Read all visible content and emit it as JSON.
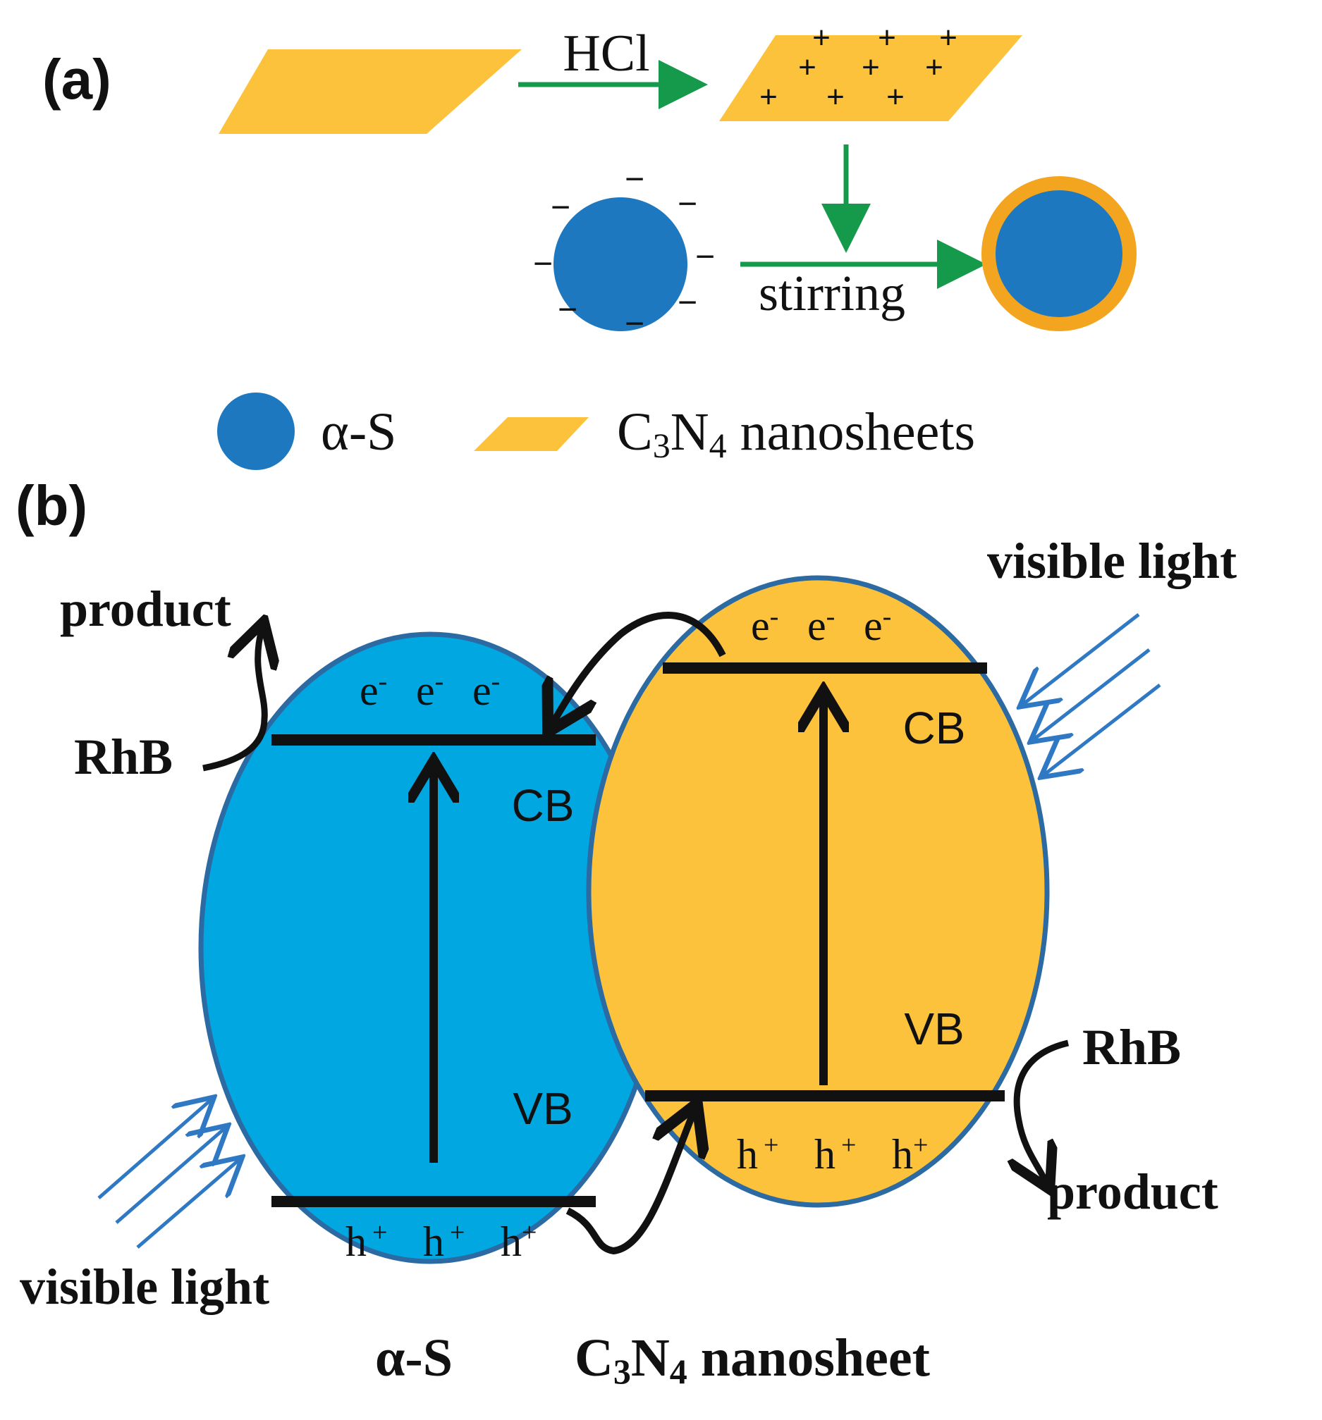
{
  "colors": {
    "c3n4_fill": "#FCC23C",
    "c3n4_outline": "#F4A520",
    "alpha_s_dark": "#1E78C0",
    "alpha_s_light": "#00A7E1",
    "outline_blue": "#2B6AA3",
    "green_arrow": "#159A4B",
    "light_arrow": "#2F79C4",
    "band_line": "#111111"
  },
  "panel_a": {
    "label": "(a)",
    "hcl_label": "HCl",
    "stirring_label": "stirring",
    "plus_sign": "+",
    "minus_sign": "−",
    "legend": {
      "alpha_s": "α-S",
      "c3n4_prefix": "C",
      "c3n4_sub1": "3",
      "c3n4_mid": "N",
      "c3n4_sub2": "4",
      "c3n4_suffix": " nanosheets"
    }
  },
  "panel_b": {
    "label": "(b)",
    "alpha_s": {
      "cb": "CB",
      "vb": "VB",
      "electrons": "e",
      "electron_sup": "-",
      "holes": "h",
      "hole_sup": "+",
      "name": "α-S"
    },
    "c3n4": {
      "cb": "CB",
      "vb": "VB",
      "electrons": "e",
      "electron_sup": "-",
      "holes": "h",
      "hole_sup": "+",
      "name_prefix": "C",
      "name_sub1": "3",
      "name_mid": "N",
      "name_sub2": "4",
      "name_suffix": " nanosheet"
    },
    "left_visible_light": "visible light",
    "right_visible_light": "visible light",
    "left_product": "product",
    "right_product": "product",
    "left_rhb": "RhB",
    "right_rhb": "RhB"
  }
}
